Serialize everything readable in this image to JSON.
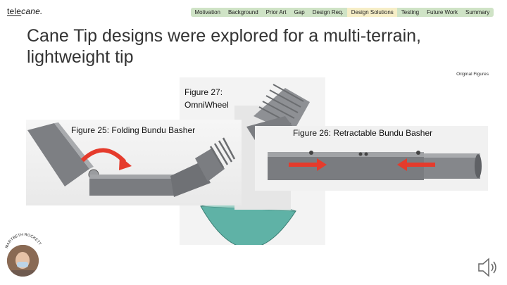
{
  "logo": {
    "part1": "tele",
    "part2": "cane."
  },
  "nav": {
    "items": [
      "Motivation",
      "Background",
      "Prior Art",
      "Gap",
      "Design Req.",
      "Design Solutions",
      "Testing",
      "Future Work",
      "Summary"
    ],
    "active": "Design Solutions"
  },
  "slide": {
    "title": "Cane Tip designs were explored for a multi-terrain, lightweight tip",
    "note": "Original Figures"
  },
  "figures": {
    "fig25": {
      "caption": "Figure 25: Folding Bundu Basher"
    },
    "fig27": {
      "caption_line1": "Figure 27:",
      "caption_line2": "OmniWheel"
    },
    "fig26": {
      "caption": "Figure 26: Retractable Bundu Basher"
    }
  },
  "presenter": {
    "name": "MARYBETH ROCKETT"
  },
  "colors": {
    "accent_arrow": "#e53b2c",
    "nav_bg": "#cfe3c6",
    "nav_active": "#f6eec7",
    "metal": "#74777b",
    "dome": "#64b3a8"
  }
}
